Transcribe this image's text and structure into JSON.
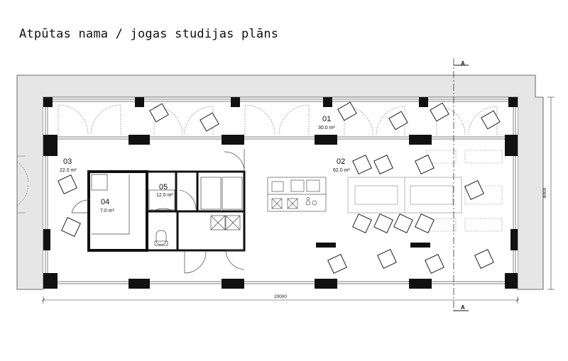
{
  "title": "Atpūtas nama / jogas studijas plāns",
  "rooms": [
    {
      "id": "01",
      "area": "30.0 m²"
    },
    {
      "id": "02",
      "area": "62.0 m²"
    },
    {
      "id": "03",
      "area": "22.0 m²"
    },
    {
      "id": "04",
      "area": "7.0 m²"
    },
    {
      "id": "05",
      "area": "12.0 m²"
    }
  ],
  "dimensions": {
    "width": "20000",
    "depth": "8000"
  },
  "section_marker": "A"
}
